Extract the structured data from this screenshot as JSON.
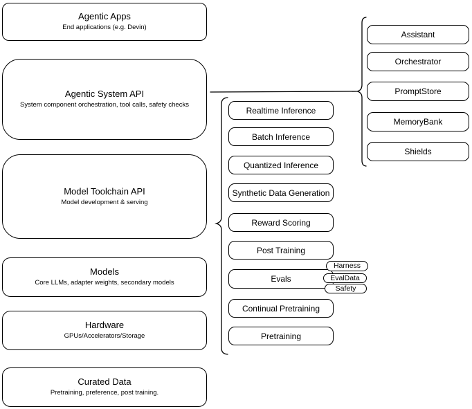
{
  "canvas": {
    "background": "#ffffff",
    "stroke_color": "#000000",
    "text_color": "#000000"
  },
  "stack": {
    "nodes": [
      {
        "title": "Agentic Apps",
        "subtitle": "End applications (e.g. Devin)"
      },
      {
        "title": "Agentic System API",
        "subtitle": "System component orchestration, tool calls, safety checks"
      },
      {
        "title": "Model Toolchain API",
        "subtitle": "Model development & serving"
      },
      {
        "title": "Models",
        "subtitle": "Core LLMs, adapter weights, secondary models"
      },
      {
        "title": "Hardware",
        "subtitle": "GPUs/Accelerators/Storage"
      },
      {
        "title": "Curated Data",
        "subtitle": "Pretraining, preference, post training."
      }
    ]
  },
  "toolchain": {
    "items": [
      "Realtime Inference",
      "Batch Inference",
      "Quantized Inference",
      "Synthetic Data Generation",
      "Reward Scoring",
      "Post Training",
      "Evals",
      "Continual Pretraining",
      "Pretraining"
    ],
    "evals_tags": [
      "Harness",
      "EvalData",
      "Safety"
    ]
  },
  "components": {
    "items": [
      "Assistant",
      "Orchestrator",
      "PromptStore",
      "MemoryBank",
      "Shields"
    ]
  }
}
